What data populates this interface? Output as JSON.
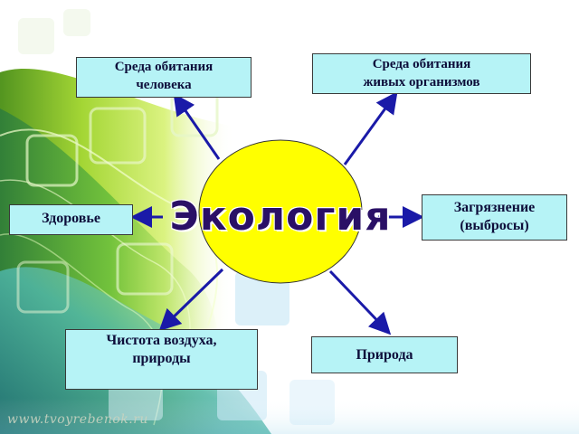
{
  "diagram": {
    "center": "Экология",
    "boxes": {
      "human": "Среда обитания\nчеловека",
      "organisms": "Среда обитания\nживых организмов",
      "health": "Здоровье",
      "pollution": "Загрязнение\n(выбросы)",
      "air": "Чистота воздуха,\nприроды",
      "nature": "Природа"
    }
  },
  "watermark": "www.tvoyrebenok.ru",
  "colors": {
    "box_fill": "#b6f3f6",
    "circle_fill": "#ffff00",
    "arrow": "#1a1aa8",
    "center_text": "#2a1066"
  }
}
